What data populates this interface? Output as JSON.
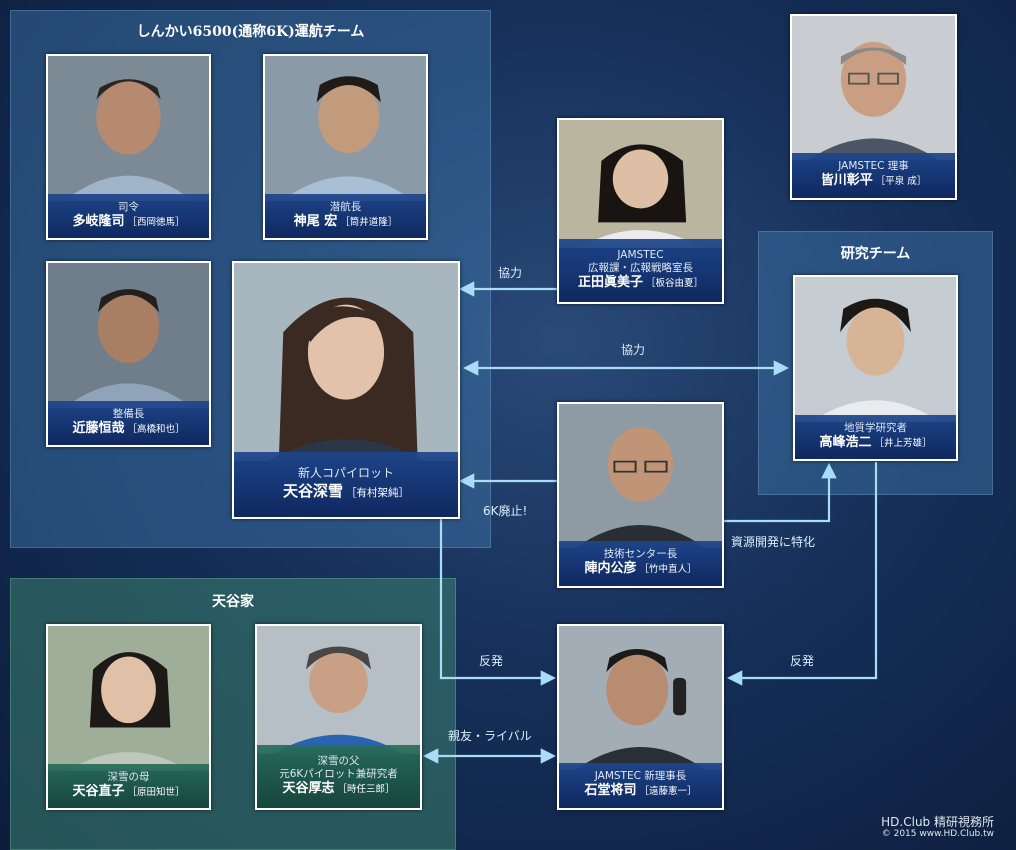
{
  "groups": {
    "sub_team": "しんかい6500(通称6K)運航チーム",
    "research_team": "研究チーム",
    "family": "天谷家"
  },
  "people": {
    "taki": {
      "role": "司令",
      "name": "多岐隆司",
      "actor": "［西岡徳馬］"
    },
    "kamio": {
      "role": "潜航長",
      "name": "神尾 宏",
      "actor": "［筒井道隆］"
    },
    "kondo": {
      "role": "整備長",
      "name": "近藤恒哉",
      "actor": "［高橋和也］"
    },
    "miyuki": {
      "role": "新人コパイロット",
      "name": "天谷深雪",
      "actor": "［有村架純］"
    },
    "shoda": {
      "role": "JAMSTEC\n広報課・広報戦略室長",
      "name": "正田眞美子",
      "actor": "［板谷由夏］"
    },
    "minagawa": {
      "role": "JAMSTEC 理事",
      "name": "皆川彰平",
      "actor": "［平泉 成］"
    },
    "takamine": {
      "role": "地質学研究者",
      "name": "高峰浩二",
      "actor": "［井上芳雄］"
    },
    "jinnai": {
      "role": "技術センター長",
      "name": "陣内公彦",
      "actor": "［竹中直人］"
    },
    "naoko": {
      "role": "深雪の母",
      "name": "天谷直子",
      "actor": "［原田知世］"
    },
    "atsushi": {
      "role": "深雪の父\n元6Kパイロット兼研究者",
      "name": "天谷厚志",
      "actor": "［時任三郎］"
    },
    "ishido": {
      "role": "JAMSTEC 新理事長",
      "name": "石堂将司",
      "actor": "［遠藤憲一］"
    }
  },
  "relations": {
    "shoda_miyuki": "協力",
    "miyuki_takamine": "協力",
    "jinnai_miyuki": "6K廃止!",
    "jinnai_takamine": "資源開発に特化",
    "miyuki_ishido": "反発",
    "takamine_ishido": "反発",
    "atsushi_ishido": "親友・ライバル"
  },
  "credit": {
    "line1": "HD.Club 精研視務所",
    "line2": "© 2015  www.HD.Club.tw"
  },
  "colors": {
    "arrow": "#a9dcf5",
    "team_bg": "#3f78aa",
    "family_bg": "#3c826e"
  }
}
